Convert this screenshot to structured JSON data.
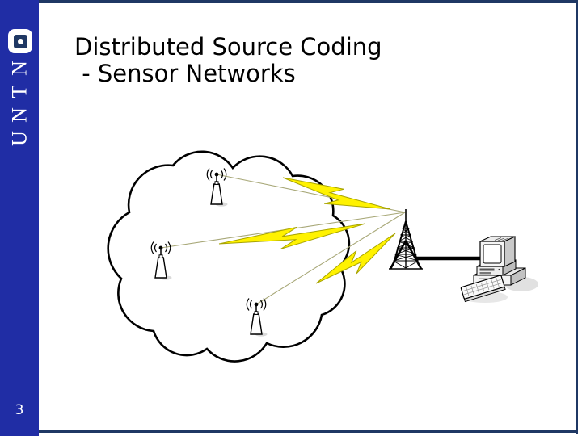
{
  "slide": {
    "title_line1": "Distributed Source Coding",
    "title_line2": " - Sensor Networks",
    "page_number": "3"
  },
  "sidebar": {
    "letters": [
      "N",
      "T",
      "N",
      "U"
    ],
    "background_color": "#202DA5",
    "logo_icon": "ntnu-logo",
    "text_color": "#FFFFFF"
  },
  "frame": {
    "border_color": "#1F3864"
  },
  "diagram": {
    "cloud_icon": "sensor-field-cloud",
    "sensor_icons": [
      "sensor-node-icon",
      "sensor-node-icon",
      "sensor-node-icon"
    ],
    "tower_icon": "radio-tower-icon",
    "computer_icon": "desktop-computer-icon",
    "wireless_links": 3,
    "wired_links": 1,
    "bolt_color": "#FFF200",
    "bolt_outline_color": "#A8A400",
    "link_line_color": "#A8A878"
  }
}
